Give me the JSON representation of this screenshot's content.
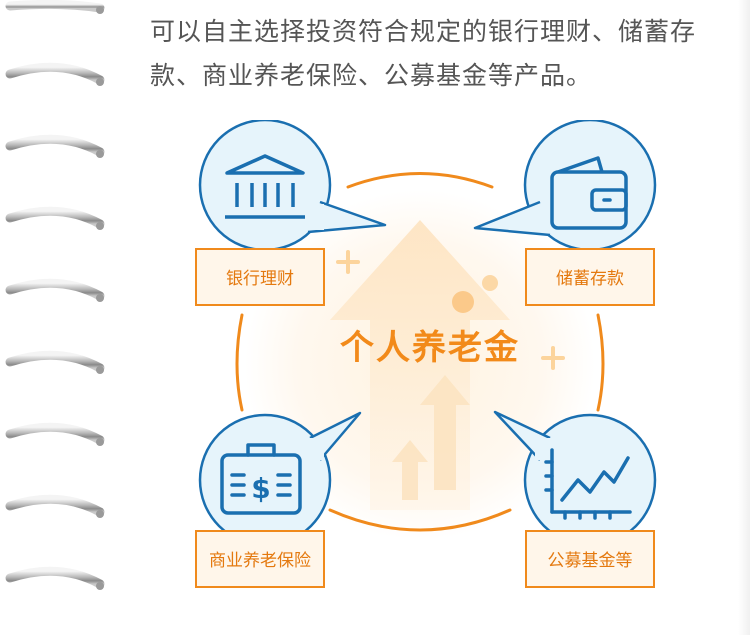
{
  "intro_text": "可以自主选择投资符合规定的银行理财、储蓄存款、商业养老保险、公募基金等产品。",
  "center_title": "个人养老金",
  "options": [
    {
      "label": "银行理财",
      "icon": "bank-icon"
    },
    {
      "label": "储蓄存款",
      "icon": "wallet-icon"
    },
    {
      "label": "商业养老保险",
      "icon": "cash-briefcase-icon"
    },
    {
      "label": "公募基金等",
      "icon": "chart-trend-icon"
    }
  ],
  "colors": {
    "accent_orange": "#f08a1c",
    "icon_blue": "#1a6fb0",
    "bubble_fill": "#e6f4fb",
    "text_gray": "#555555"
  }
}
